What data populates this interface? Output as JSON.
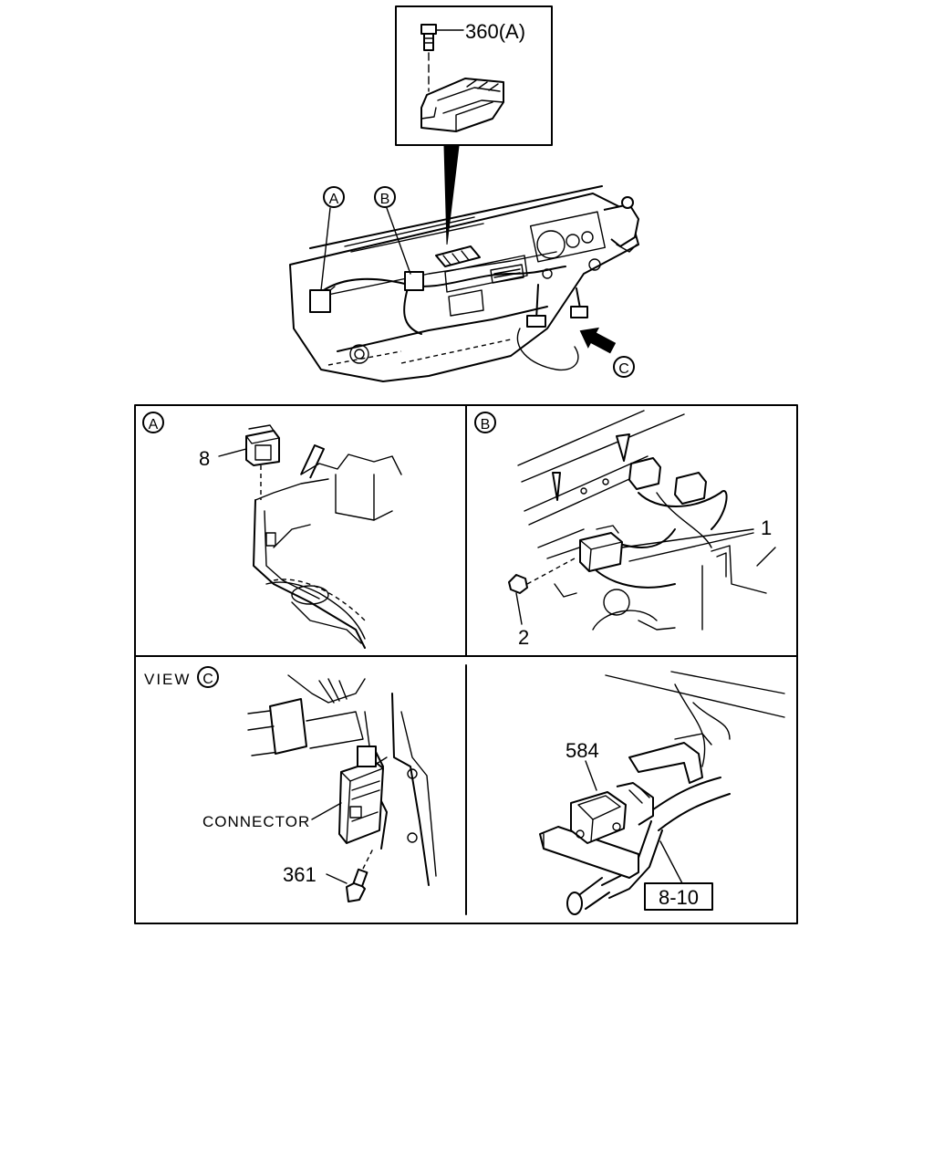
{
  "callouts": {
    "top_inset": "360(A)",
    "panel_a_part": "8",
    "panel_b_part1": "1",
    "panel_b_part2": "2",
    "panel_c_connector": "CONNECTOR",
    "panel_c_part": "361",
    "panel_d_part": "584",
    "panel_d_ref": "8-10"
  },
  "markers": {
    "a": "A",
    "b": "B",
    "c": "C",
    "view_prefix": "VIEW"
  }
}
